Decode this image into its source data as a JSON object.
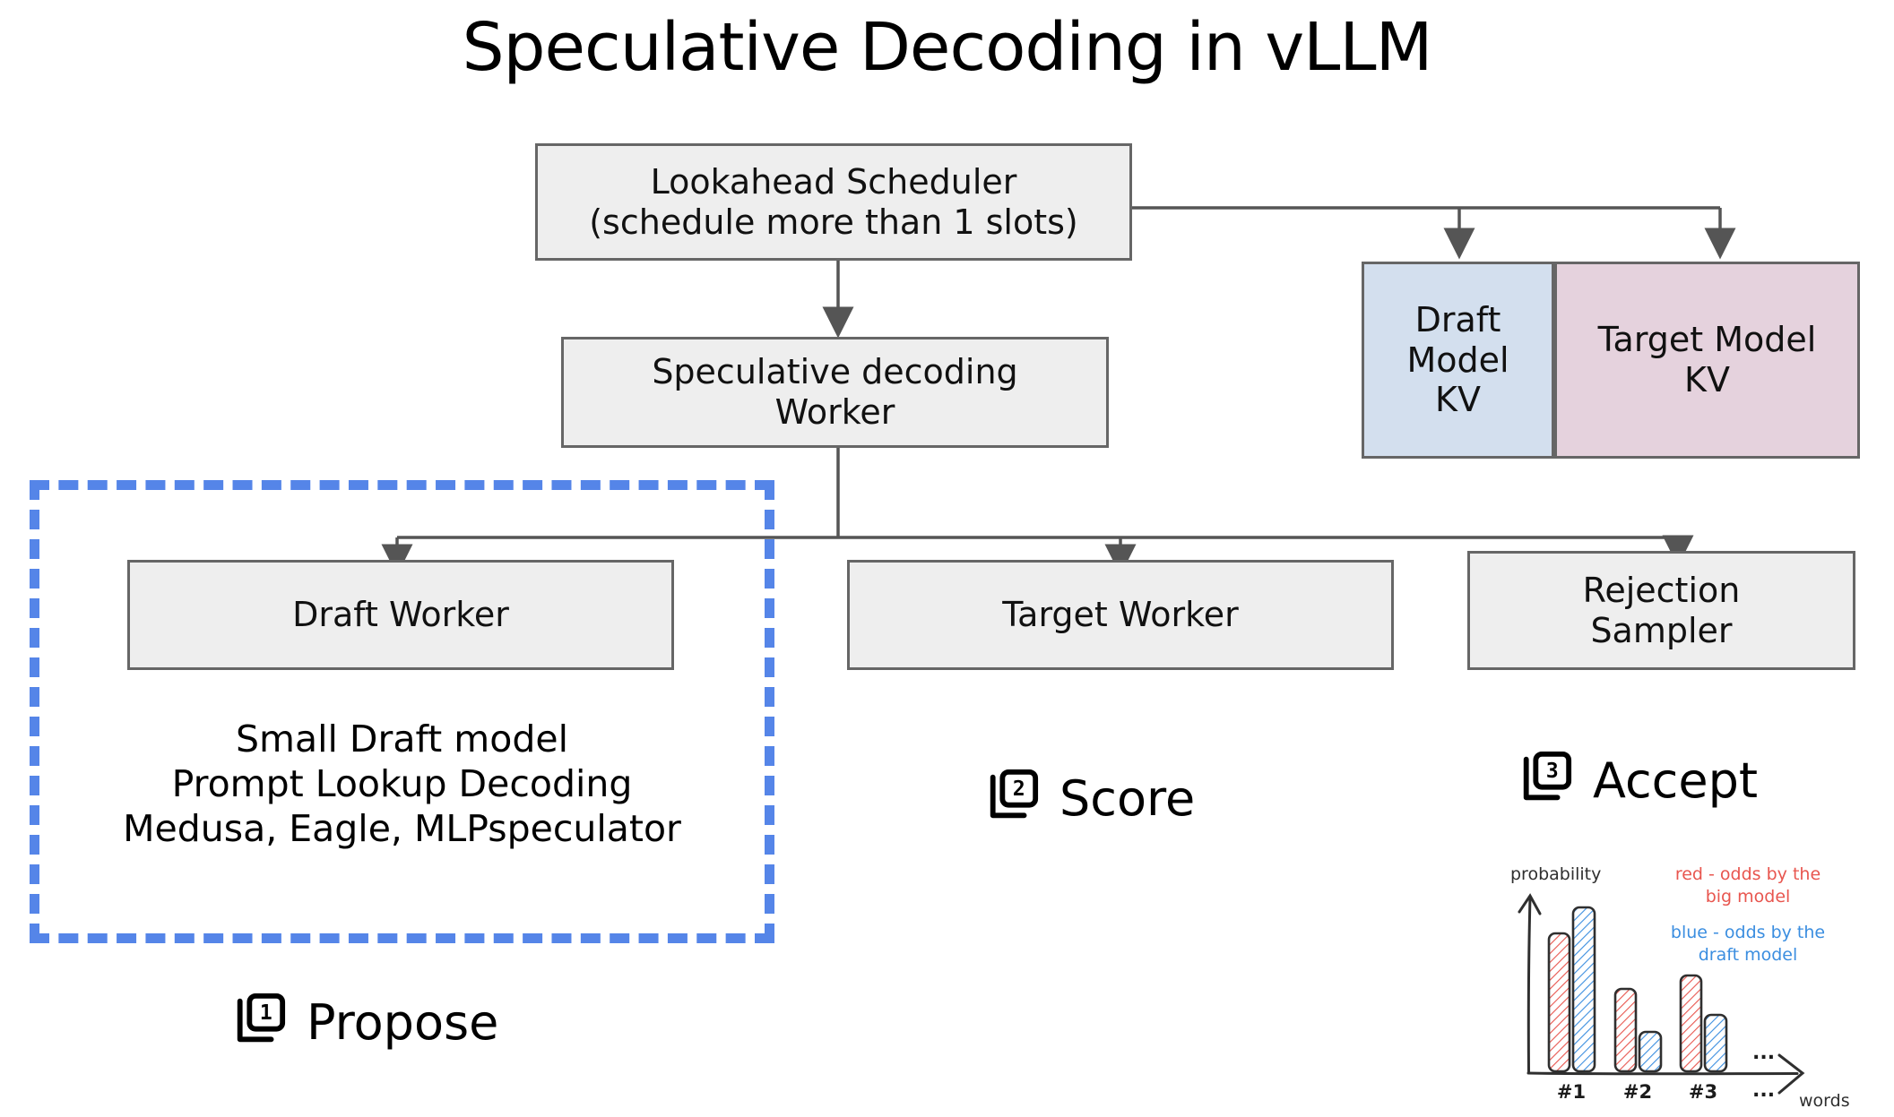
{
  "title": "Speculative Decoding in vLLM",
  "boxes": {
    "scheduler": {
      "line1": "Lookahead Scheduler",
      "line2": "(schedule more than 1 slots)"
    },
    "spec_worker": {
      "line1": "Speculative decoding",
      "line2": "Worker"
    },
    "draft_kv": {
      "line1": "Draft",
      "line2": "Model",
      "line3": "KV"
    },
    "target_kv": {
      "line1": "Target Model",
      "line2": "KV"
    },
    "draft_worker": {
      "line1": "Draft Worker"
    },
    "target_worker": {
      "line1": "Target Worker"
    },
    "rejection_sampler": {
      "line1": "Rejection",
      "line2": "Sampler"
    }
  },
  "draft_methods": [
    "Small Draft model",
    "Prompt Lookup Decoding",
    "Medusa, Eagle, MLPspeculator"
  ],
  "steps": [
    {
      "number": "1",
      "label": "Propose",
      "icon": "number-badge-1-icon"
    },
    {
      "number": "2",
      "label": "Score",
      "icon": "number-badge-2-icon"
    },
    {
      "number": "3",
      "label": "Accept",
      "icon": "number-badge-3-icon"
    }
  ],
  "colors": {
    "box_fill": "#eeeeee",
    "box_border": "#666666",
    "draft_kv_fill": "#d3dfee",
    "target_kv_fill": "#e5d2dd",
    "highlight_dashed": "#5585e8",
    "chart_red": "#e8564f",
    "chart_blue": "#3b8ee0",
    "chart_ink": "#333333"
  },
  "chart_data": {
    "type": "bar",
    "title": "",
    "xlabel": "words",
    "ylabel": "probability",
    "categories": [
      "#1",
      "#2",
      "#3"
    ],
    "trailing_label": "...",
    "series": [
      {
        "name": "red - odds by the big model",
        "color": "#e8564f",
        "values": [
          0.78,
          0.48,
          0.56
        ]
      },
      {
        "name": "blue - odds by the draft model",
        "color": "#3b8ee0",
        "values": [
          0.95,
          0.22,
          0.33
        ]
      }
    ],
    "ylim": [
      0,
      1
    ],
    "grid": false,
    "legend_position": "upper-right",
    "legend": [
      {
        "text_line1": "red - odds by the",
        "text_line2": "big model",
        "color": "#e8564f"
      },
      {
        "text_line1": "blue - odds by the",
        "text_line2": "draft model",
        "color": "#3b8ee0"
      }
    ],
    "style": "hand-drawn hatched bars"
  }
}
